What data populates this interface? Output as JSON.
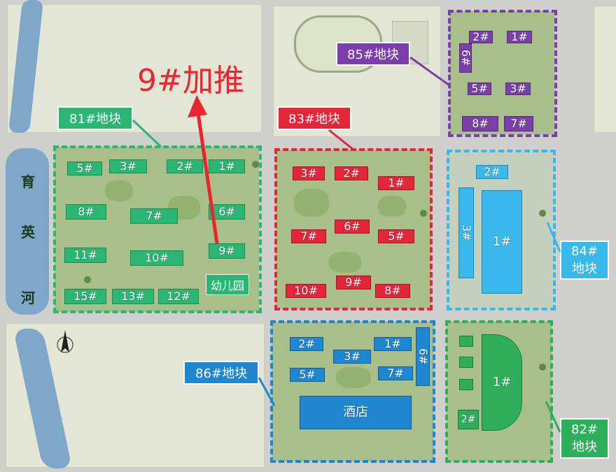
{
  "annotation": {
    "text": "9#加推",
    "color": "#e8262f"
  },
  "river_chars": [
    "育",
    "英",
    "河"
  ],
  "colors": {
    "plot81": "#2bb673",
    "plot83": "#e4263a",
    "plot86": "#1f86d0",
    "plot84": "#39b8ec",
    "plot85": "#7a3fa8",
    "plot82": "#2fae5c"
  },
  "plots": {
    "p81": {
      "label": "81#地块",
      "buildings": [
        "5#",
        "3#",
        "2#",
        "1#",
        "8#",
        "7#",
        "6#",
        "11#",
        "10#",
        "9#",
        "15#",
        "13#",
        "12#"
      ],
      "kindergarten": "幼儿园"
    },
    "p83": {
      "label": "83#地块",
      "buildings": [
        "3#",
        "2#",
        "1#",
        "6#",
        "7#",
        "5#",
        "9#",
        "10#",
        "8#"
      ]
    },
    "p85": {
      "label": "85#地块",
      "buildings": [
        "2#",
        "1#",
        "6#",
        "5#",
        "3#",
        "8#",
        "7#"
      ]
    },
    "p84": {
      "label": "84#地块",
      "label_top": "84#",
      "label_bottom": "地块",
      "buildings": [
        "2#",
        "3#",
        "1#"
      ]
    },
    "p86": {
      "label": "86#地块",
      "buildings": [
        "2#",
        "1#",
        "3#",
        "6#",
        "5#",
        "7#"
      ],
      "hotel": "酒店"
    },
    "p82": {
      "label_top": "82#",
      "label_bottom": "地块",
      "buildings": [
        "1#",
        "2#"
      ]
    }
  }
}
